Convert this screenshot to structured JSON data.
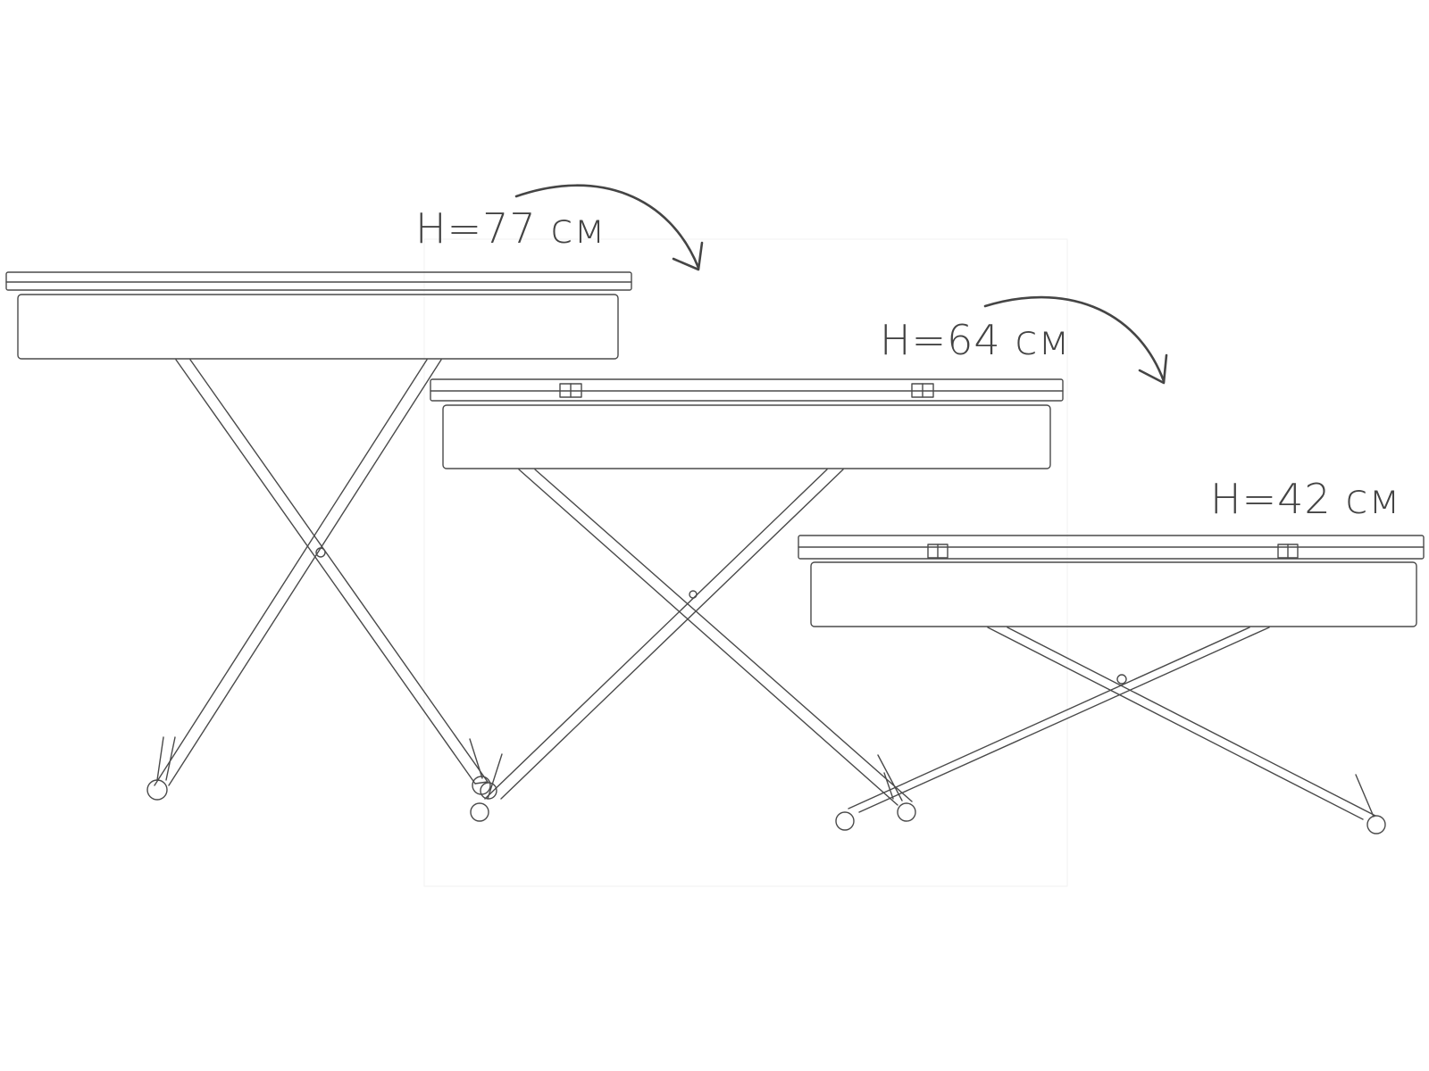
{
  "labels": {
    "tall": "H=77 см",
    "medium": "H=64 см",
    "low": "H=42 см"
  },
  "colors": {
    "line": "#4a4a4a",
    "text": "#444444",
    "background": "#ffffff"
  }
}
